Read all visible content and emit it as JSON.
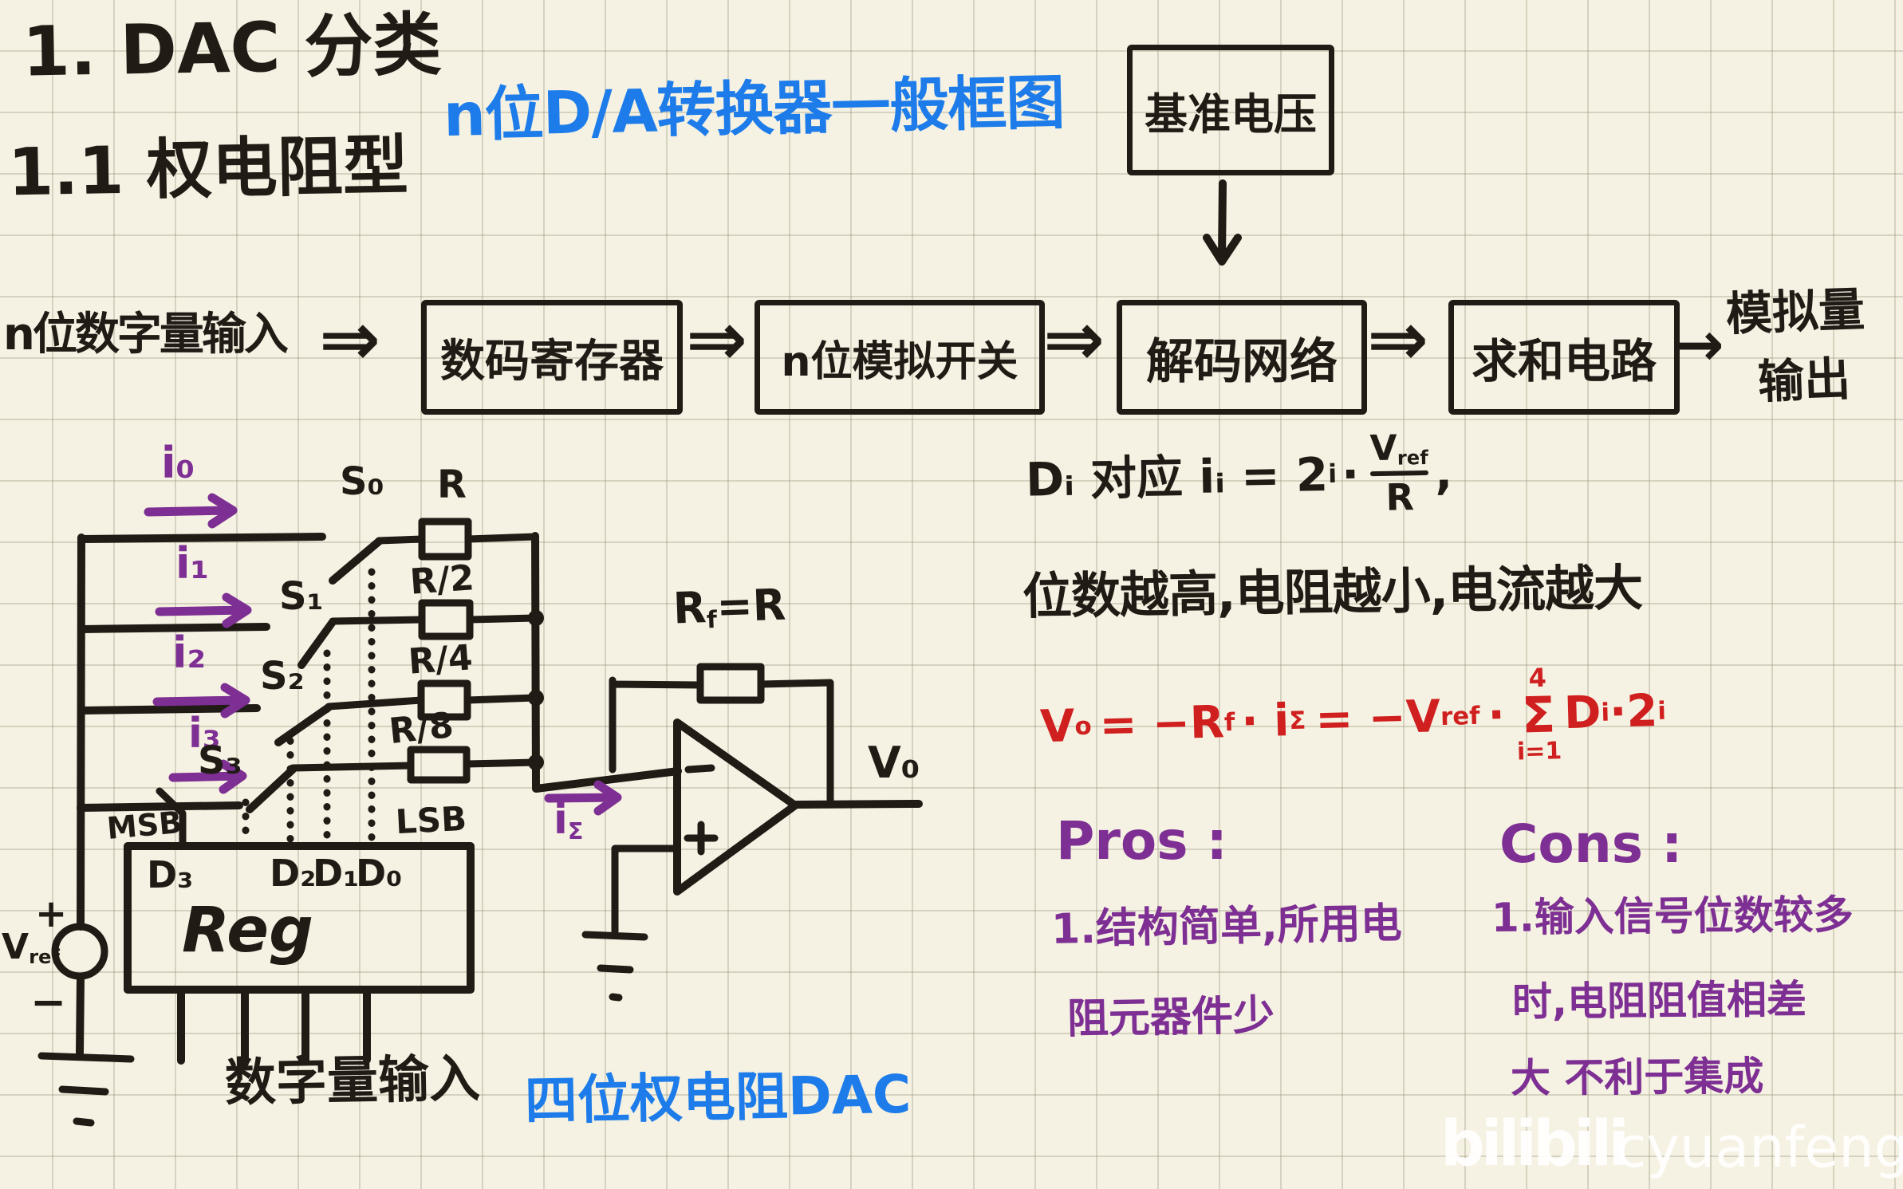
{
  "headings": {
    "line1": "1. DAC 分类",
    "line2": "1.1 权电阻型"
  },
  "title": {
    "text": "n位D/A转换器一般框图"
  },
  "block_diagram": {
    "input_label": "n位数字量输入",
    "arrow": "⇒",
    "boxes": [
      {
        "label": "数码寄存器"
      },
      {
        "label": "n位模拟开关"
      },
      {
        "label": "解码网络"
      },
      {
        "label": "求和电路"
      }
    ],
    "ref_box": "基准电压",
    "out_arrow": "→",
    "output_line1": "模拟量",
    "output_line2": "输出"
  },
  "circuit": {
    "currents": [
      "i₀",
      "i₁",
      "i₂",
      "i₃"
    ],
    "switches": [
      "S₀",
      "S₁",
      "S₂",
      "S₃"
    ],
    "resistors": [
      "R",
      "R/2",
      "R/4",
      "R/8"
    ],
    "msb": "MSB",
    "lsb": "LSB",
    "bits": [
      "D₃",
      "D₂",
      "D₁",
      "D₀"
    ],
    "reg": "Reg",
    "vref": {
      "main": "V",
      "sub": "ref"
    },
    "src_plus": "+",
    "src_minus": "−",
    "rf": {
      "main": "R",
      "sub": "f",
      "eq": "=R"
    },
    "i_sigma": {
      "main": "i",
      "sub": "Σ"
    },
    "vo": "V₀",
    "opamp_minus": "−",
    "opamp_plus": "+",
    "caption_digital": "数字量输入",
    "caption_type": "四位权电阻DAC"
  },
  "notes": {
    "formula_ii": {
      "lead": "Dᵢ 对应 iᵢ = 2",
      "sup": "i",
      "dot": "·",
      "num_main": "V",
      "num_sub": "ref",
      "den": "R",
      "tail": ","
    },
    "line_bits": "位数越高,电阻越小,电流越大",
    "formula_vo": {
      "p1": "V",
      "s1": "o",
      "p2": "= −R",
      "s2": "f",
      "p3": "· i",
      "s3": "Σ",
      "p4": "= −V",
      "s4": "ref",
      "p5": "·",
      "sum_top": "4",
      "sum_sigma": "Σ",
      "sum_bot": "i=1",
      "p6": "D",
      "s6": "i",
      "p7": "·2",
      "sup7": "i"
    },
    "pros_title": "Pros :",
    "pros_line1": "1.结构简单,所用电",
    "pros_line2": "阻元器件少",
    "cons_title": "Cons :",
    "cons_line1": "1.输入信号位数较多",
    "cons_line2": "时,电阻阻值相差",
    "cons_line3": "大 不利于集成"
  },
  "watermark": {
    "logo": "bilibili",
    "name": "cyuanfeng"
  }
}
